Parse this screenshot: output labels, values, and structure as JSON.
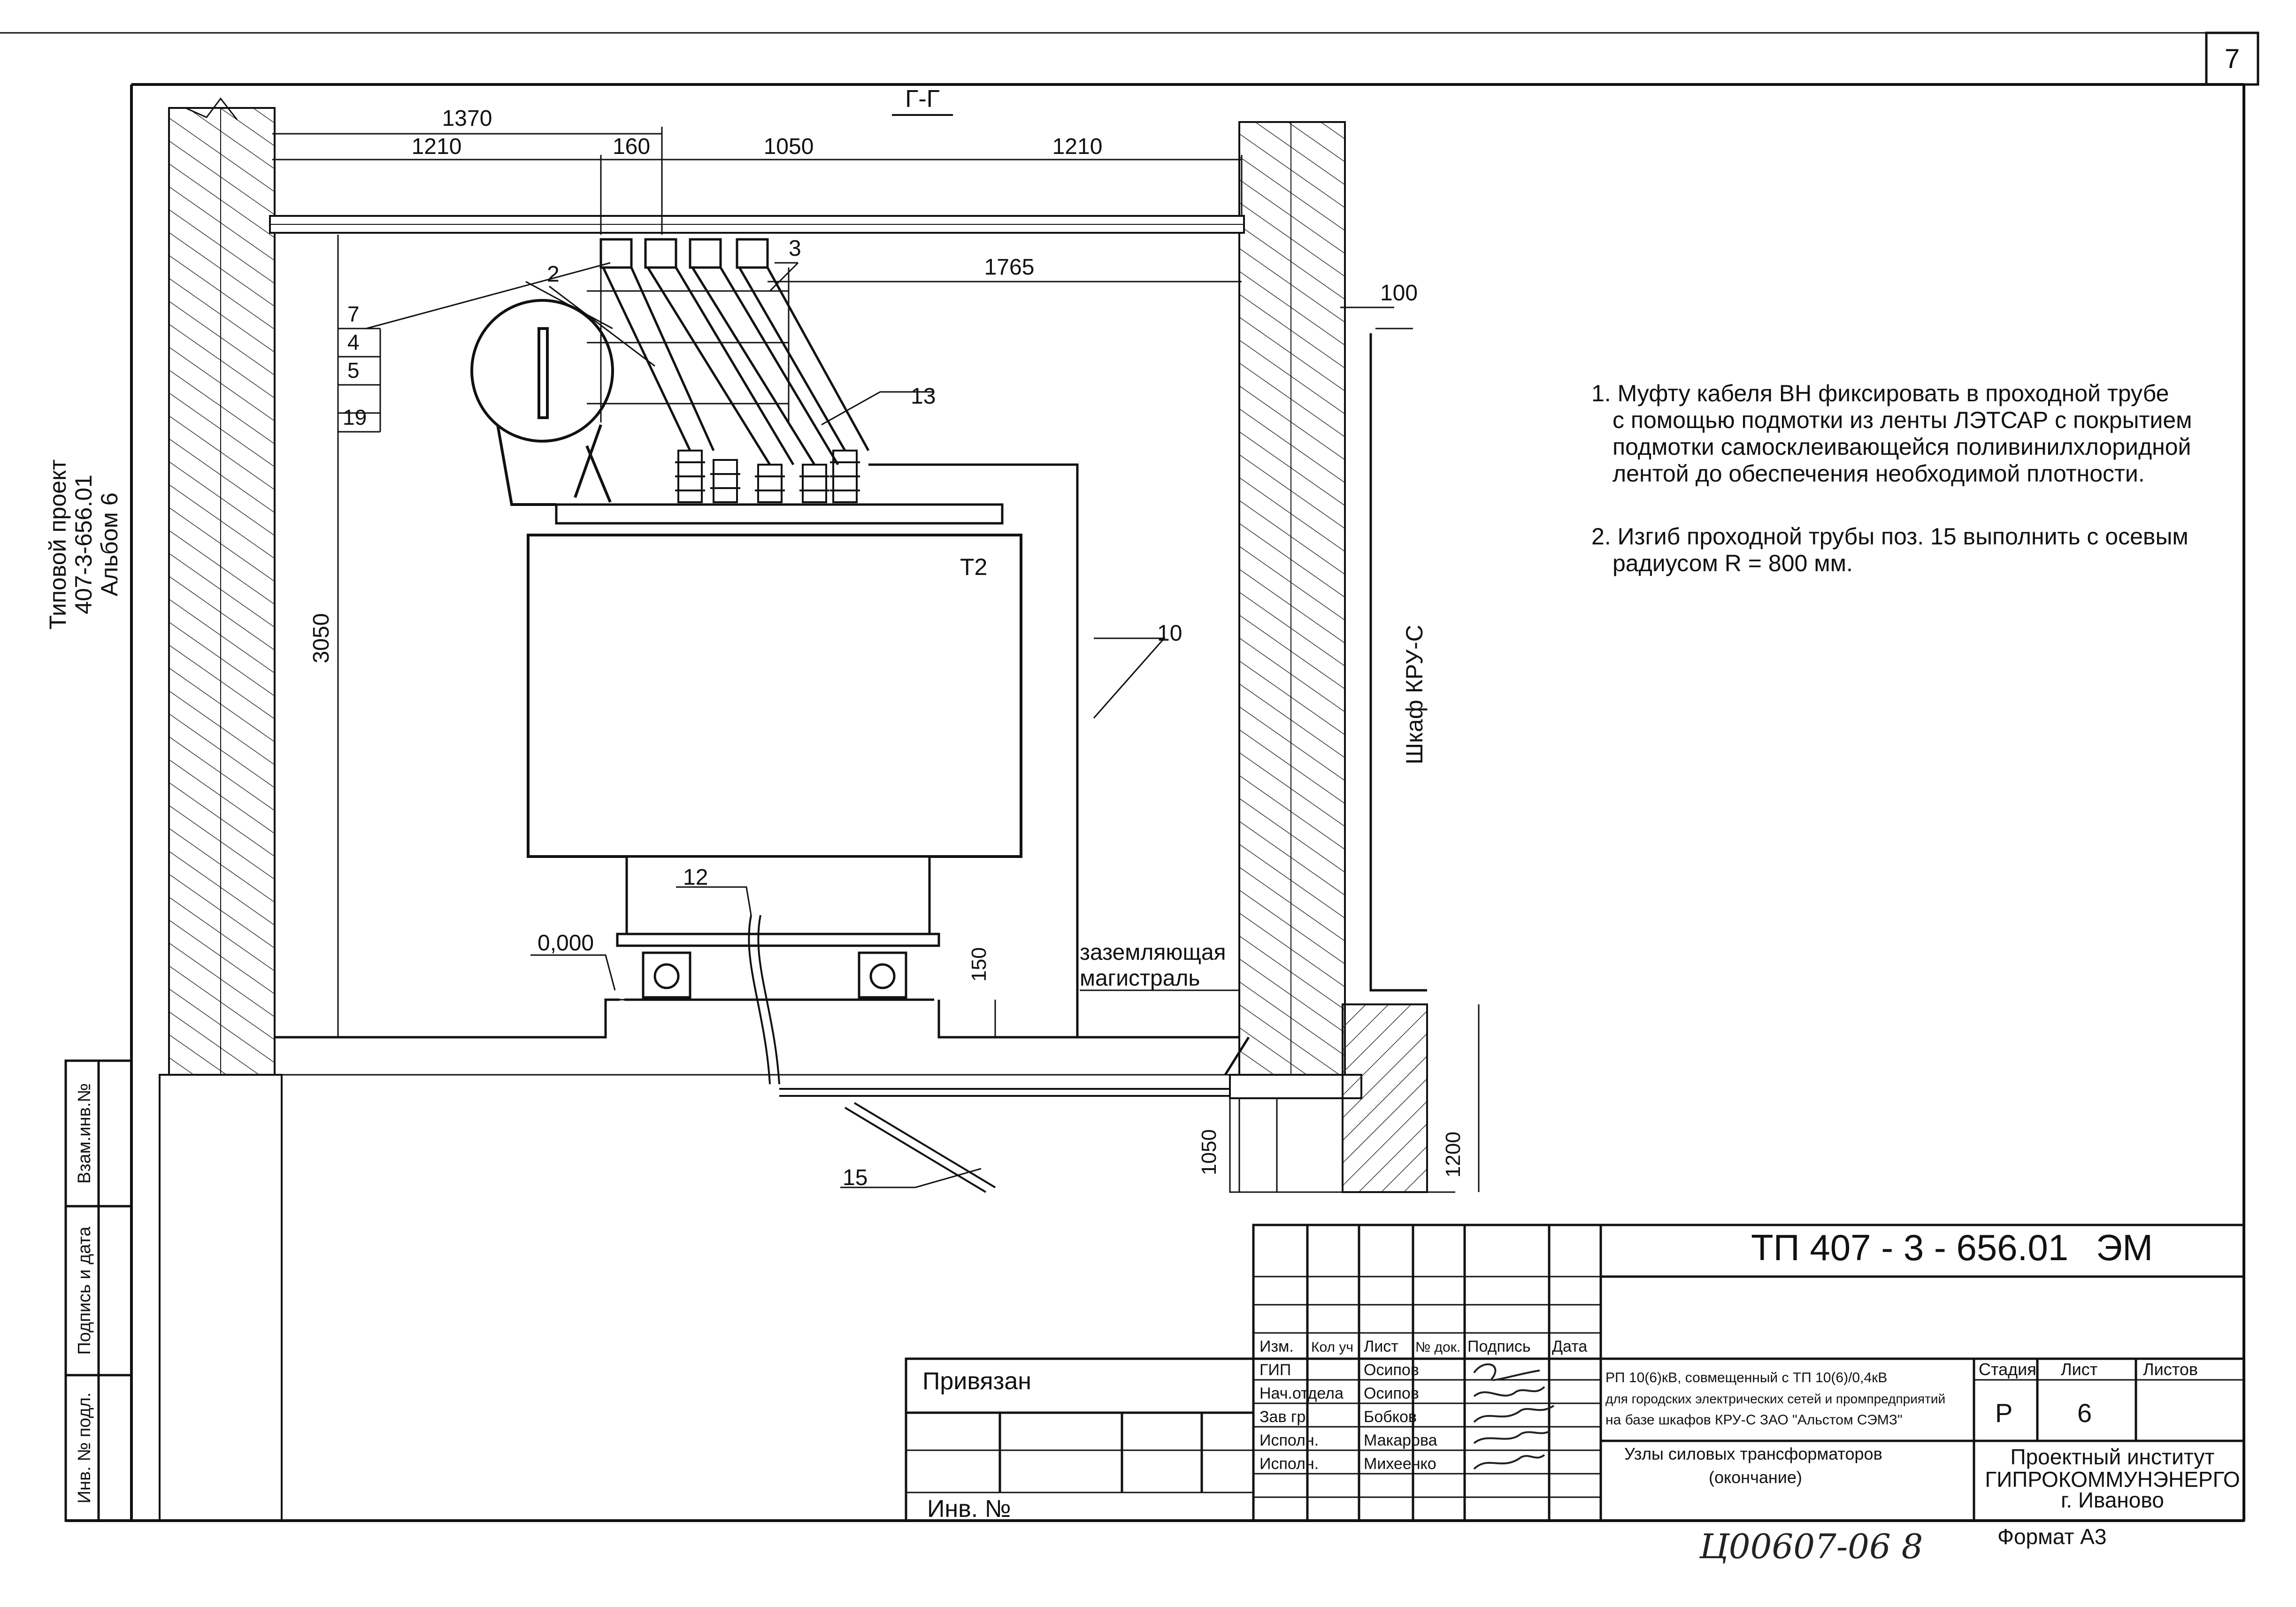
{
  "sheet_number": "7",
  "section_label": "Г-Г",
  "side_caption": {
    "line1": "Типовой проект",
    "line2": "407-3-656.01",
    "line3": "Альбом 6"
  },
  "dimensions": {
    "d1370": "1370",
    "d1210_left": "1210",
    "d160": "160",
    "d1050_top": "1050",
    "d1210_right": "1210",
    "d1765": "1765",
    "d100": "100",
    "d3050": "3050",
    "d150": "150",
    "d1050_bottom": "1050",
    "d1200": "1200",
    "level": "0,000"
  },
  "position_labels": {
    "p2": "2",
    "p3": "3",
    "p7": "7",
    "p4": "4",
    "p5": "5",
    "p19": "19",
    "p13": "13",
    "p10": "10",
    "p12": "12",
    "p15": "15",
    "t2": "T2"
  },
  "annotations": {
    "kru_cabinet": "Шкаф КРУ-С",
    "grounding_line1": "заземляющая",
    "grounding_line2": "магистраль"
  },
  "notes": [
    {
      "line1": "1. Муфту кабеля ВН фиксировать в проходной трубе",
      "line2": "с помощью подмотки из ленты ЛЭТСАР с покрытием",
      "line3": "подмотки самосклеивающейся поливинилхлоридной",
      "line4": "лентой до обеспечения необходимой плотности."
    },
    {
      "line1": "2. Изгиб проходной трубы поз. 15 выполнить с осевым",
      "line2": "радиусом R = 800 мм."
    }
  ],
  "left_strip": {
    "label1": "Взам.инв.№",
    "label2": "Подпись и дата",
    "label3": "Инв. № подл."
  },
  "binding": {
    "label": "Привязан",
    "inv": "Инв. №"
  },
  "title_block": {
    "code": "ТП 407 - 3 - 656.01",
    "mark": "ЭМ",
    "col_headers": {
      "izm": "Изм.",
      "koluch": "Кол уч",
      "list": "Лист",
      "ndok": "№ док.",
      "podpis": "Подпись",
      "data": "Дата"
    },
    "roles": [
      {
        "role": "ГИП",
        "name": "Осипов"
      },
      {
        "role": "Нач.отдела",
        "name": "Осипов"
      },
      {
        "role": "Зав гр.",
        "name": "Бобков"
      },
      {
        "role": "Исполн.",
        "name": "Макарова"
      },
      {
        "role": "Исполн.",
        "name": "Михеенко"
      }
    ],
    "project_line1": "РП 10(6)кВ, совмещенный с ТП 10(6)/0,4кВ",
    "project_line2": "для городских электрических сетей и промпредприятий",
    "project_line3": "на базе шкафов КРУ-С ЗАО \"Альстом СЭМЗ\"",
    "drawing_line1": "Узлы силовых трансформаторов",
    "drawing_line2": "(окончание)",
    "stage_header": "Стадия",
    "list_header": "Лист",
    "lists_header": "Листов",
    "stage": "Р",
    "list": "6",
    "org_line1": "Проектный институт",
    "org_line2": "ГИПРОКОММУНЭНЕРГО",
    "org_line3": "г. Иваново",
    "format": "Формат А3"
  },
  "handwritten_number": "Ц00607-06   8"
}
